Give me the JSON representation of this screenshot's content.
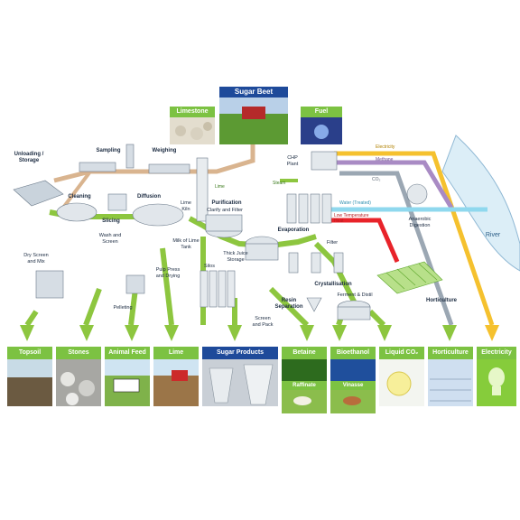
{
  "title": "Sugar Beet",
  "inputs": {
    "limestone": "Limestone",
    "fuel": "Fuel"
  },
  "processes": {
    "unloading": "Unloading /\nStorage",
    "sampling": "Sampling",
    "weighing": "Weighing",
    "cleaning": "Cleaning",
    "slicing": "Slicing",
    "diffusion": "Diffusion",
    "wash_screen": "Wash and\nScreen",
    "dry_screen": "Dry Screen\nand Mix",
    "pulp_press": "Pulp Press\nand Drying",
    "pelleting": "Pelleting",
    "lime_kiln": "Lime\nKiln",
    "purification": "Purification",
    "clarify_filter": "Clarify and Filter",
    "milk_of_lime": "Milk of Lime\nTank",
    "thick_juice": "Thick Juice\nStorage",
    "evaporation": "Evaporation",
    "filter": "Filter",
    "silos": "Silos",
    "crystallisation": "Crystallisation",
    "ferment_distil": "Ferment & Distil",
    "resin_separation": "Resin\nSeparation",
    "screen_pack": "Screen\nand Pack",
    "chp_plant": "CHP\nPlant",
    "anaerobic": "Anaerobic\nDigestion",
    "horticulture_proc": "Horticulture",
    "river": "River"
  },
  "flows": {
    "lime": "Lime",
    "steam": "Steam",
    "electricity": "Electricity",
    "methane": "Methane",
    "co2": "CO₂",
    "water_treated": "Water (Treated)",
    "low_temp_heat": "Low Temperature\nHeat"
  },
  "outputs": [
    "Topsoil",
    "Stones",
    "Animal Feed",
    "Lime",
    "Sugar Products",
    "Betaine",
    "Bioethanol",
    "Liquid CO₂",
    "Horticulture",
    "Electricity"
  ],
  "sub_outputs": {
    "raffinate": "Raffinate",
    "vinasse": "Vinasse"
  },
  "colors": {
    "main_flow": "#8dc63f",
    "beet_flow": "#d9b48f",
    "electricity": "#f5c12e",
    "methane": "#a98bc4",
    "co2": "#9ba7b3",
    "water": "#8fd8ee",
    "heat": "#e8232a",
    "title_box": "#1e4a9a",
    "output_box": "#7cc242"
  },
  "icons": [
    "beet-field-photo",
    "limestone-photo",
    "fuel-photo",
    "river-icon",
    "greenhouse-icon",
    "lightbulb-icon"
  ]
}
